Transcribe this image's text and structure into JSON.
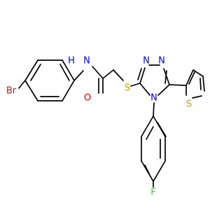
{
  "molecule": {
    "atoms": {
      "br": {
        "text": "Br",
        "color": "#A52A2A"
      },
      "nh": {
        "text": "N",
        "color": "#0000FF"
      },
      "h": {
        "text": "H",
        "color": "#0000FF"
      },
      "o": {
        "text": "O",
        "color": "#FF0000"
      },
      "s_link": {
        "text": "S",
        "color": "#B8A200"
      },
      "n_top_left": {
        "text": "N",
        "color": "#0000FF"
      },
      "n_top_right": {
        "text": "N",
        "color": "#0000FF"
      },
      "n_ring": {
        "text": "N",
        "color": "#0000FF"
      },
      "s_thio": {
        "text": "S",
        "color": "#B8A200"
      },
      "f": {
        "text": "F",
        "color": "#33CC33"
      }
    },
    "bond_color": "#000000"
  }
}
